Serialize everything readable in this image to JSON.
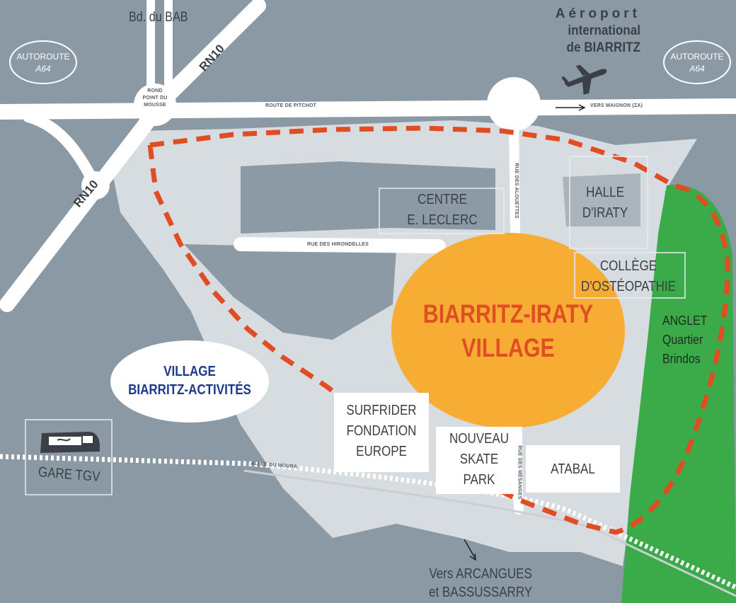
{
  "roads": {
    "bd_bab": "Bd. du BAB",
    "rn10_north": "RN10",
    "rn10_west": "RN10",
    "route_pitchot": "ROUTE DE PITCHOT",
    "vers_maignon": "VERS MAIGNON (ZA)",
    "rue_alouettes": "RUE DES ALOUETTES",
    "rue_hirondelles": "RUE DES HIRONDELLES",
    "allee_mourra": "ALLEE DU MOURA",
    "rue_mesanges": "RUE DES MÉSANGES"
  },
  "rond_point": [
    "ROND",
    "POINT DU",
    "MOUSSE"
  ],
  "autoroute_left": [
    "AUTOROUTE",
    "A64"
  ],
  "autoroute_right": [
    "AUTOROUTE",
    "A64"
  ],
  "airport": [
    "Aéroport",
    "international",
    "de  BIARRITZ"
  ],
  "places": {
    "leclerc": [
      "CENTRE",
      "E. LECLERC"
    ],
    "halle": [
      "HALLE",
      "D'IRATY"
    ],
    "college": [
      "COLLÈGE",
      "D'OSTÉOPATHIE"
    ],
    "surfrider": [
      "SURFRIDER",
      "FONDATION",
      "EUROPE"
    ],
    "skate": [
      "NOUVEAU",
      "SKATE",
      "PARK"
    ],
    "atabal": "ATABAL",
    "gare": "GARE TGV",
    "anglet": [
      "ANGLET",
      "Quartier",
      "Brindos"
    ],
    "vers": [
      "Vers ARCANGUES",
      "et BASSUSSARRY"
    ]
  },
  "main_title": [
    "BIARRITZ-IRATY",
    "VILLAGE"
  ],
  "activites": [
    "VILLAGE",
    "BIARRITZ-ACTIVITÉS"
  ],
  "colors": {
    "background": "#8b99a4",
    "zone": "#d5dbde",
    "green": "#3aab48",
    "orange_circle": "#f7ad34",
    "dashed": "#e14d22",
    "title": "#e04e24",
    "activites": "#1d3a8c"
  },
  "icons": {
    "airplane": "airplane-icon",
    "train": "train-icon"
  }
}
